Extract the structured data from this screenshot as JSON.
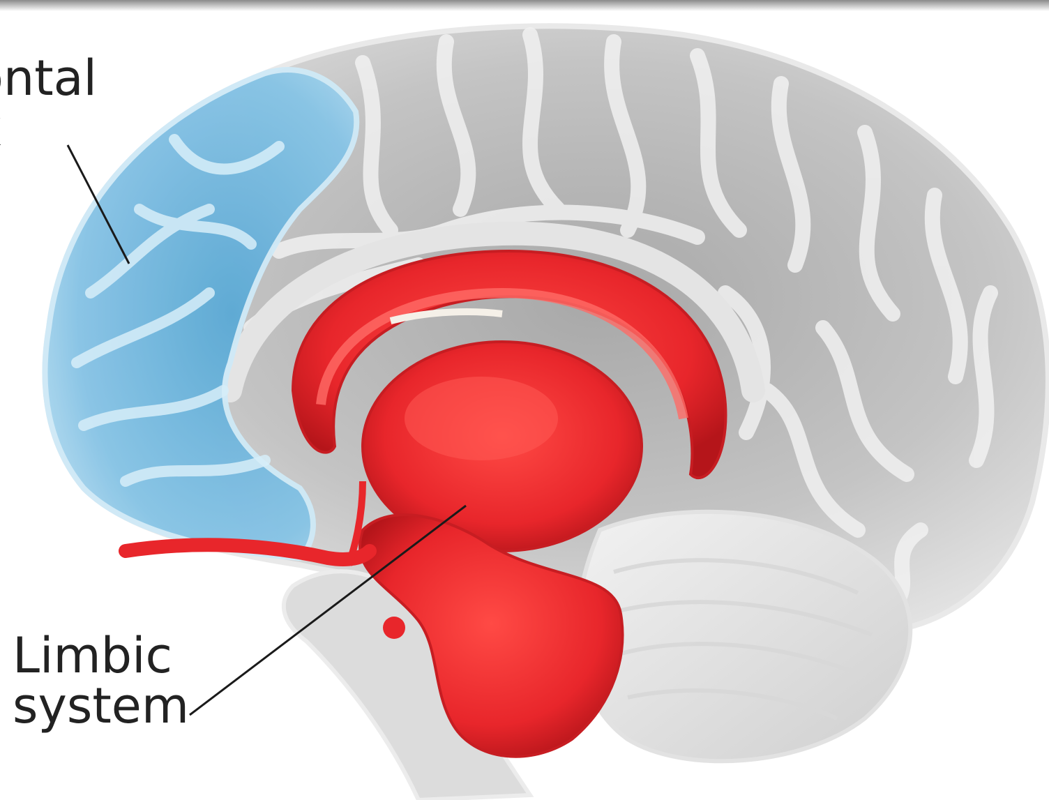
{
  "labels": {
    "prefrontal_line1": "ontal",
    "prefrontal_line2": "x",
    "limbic_line1": "Limbic",
    "limbic_line2": "system"
  },
  "colors": {
    "prefrontal_cortex": "#7ec3e6",
    "limbic_system": "#e8262b",
    "brain_tissue": "#c9c9c9",
    "label_text": "#222222",
    "leader_line": "#1a1a1a"
  }
}
